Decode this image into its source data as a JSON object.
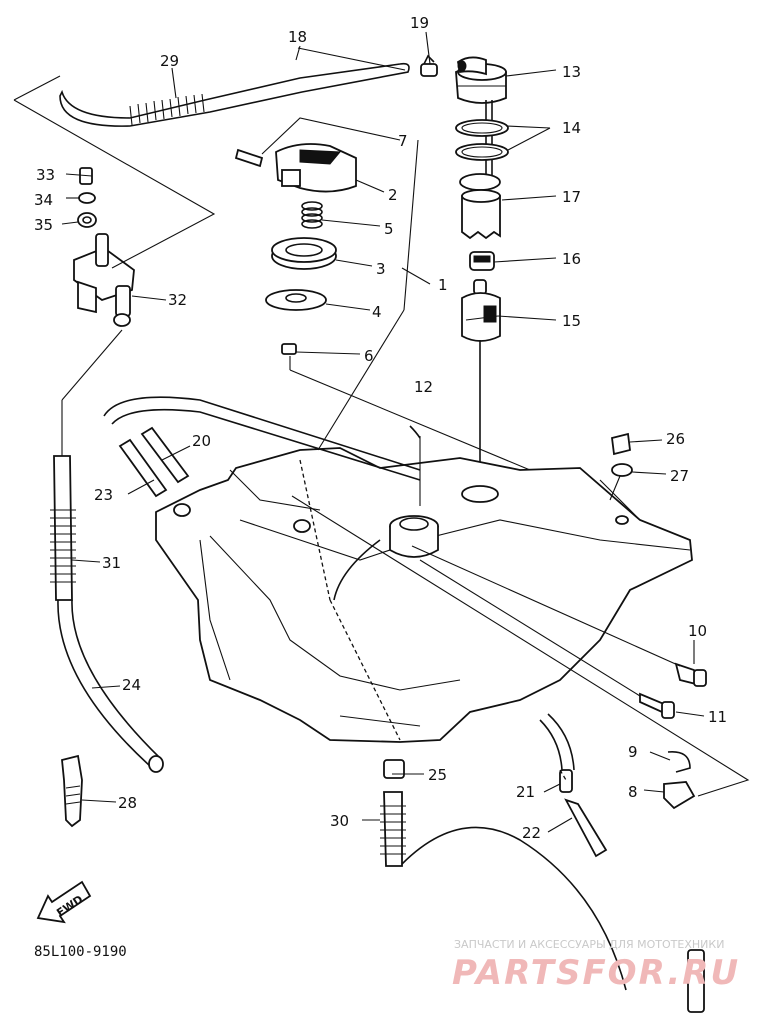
{
  "diagram_code": "85L100-9190",
  "fwd_label": "FWD",
  "watermark": {
    "tagline": "ЗАПЧАСТИ И АКСЕССУАРЫ ДЛЯ МОТОТЕХНИКИ",
    "brand": "PARTSFOR.RU"
  },
  "callouts": [
    "1",
    "2",
    "3",
    "4",
    "5",
    "6",
    "7",
    "8",
    "9",
    "10",
    "11",
    "12",
    "13",
    "14",
    "15",
    "16",
    "17",
    "18",
    "19",
    "20",
    "21",
    "22",
    "23",
    "24",
    "25",
    "26",
    "27",
    "28",
    "29",
    "30",
    "31",
    "32",
    "33",
    "34",
    "35"
  ],
  "colors": {
    "ink": "#111111",
    "background": "#ffffff",
    "watermark": "#f0b8b8"
  }
}
